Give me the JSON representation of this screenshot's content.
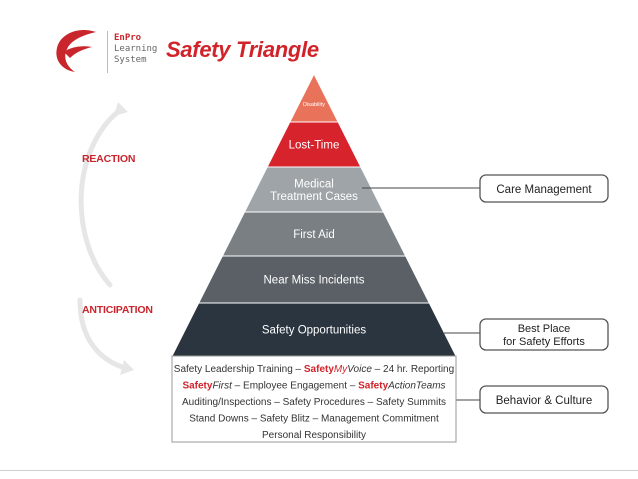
{
  "logo": {
    "line1": "EnPro",
    "line2": "Learning",
    "line3": "System"
  },
  "title": "Safety Triangle",
  "side_labels": {
    "reaction": "REACTION",
    "anticipation": "ANTICIPATION"
  },
  "tiers": [
    {
      "label": "Disability",
      "color": "#e8735a"
    },
    {
      "label": "Lost-Time",
      "color": "#d7232c"
    },
    {
      "label": [
        "Medical",
        "Treatment Cases"
      ],
      "color": "#9fa4a8"
    },
    {
      "label": "First Aid",
      "color": "#7a7f84"
    },
    {
      "label": "Near Miss Incidents",
      "color": "#5a6066"
    },
    {
      "label": "Safety Opportunities",
      "color": "#2b3540"
    }
  ],
  "base_box": {
    "lines": [
      [
        {
          "t": "Safety Leadership Training – "
        },
        {
          "t": "Safety",
          "red": true,
          "b": true
        },
        {
          "t": "My",
          "red": true,
          "i": true
        },
        {
          "t": "Voice",
          "i": true
        },
        {
          "t": " – 24 hr. Reporting"
        }
      ],
      [
        {
          "t": "Safety",
          "red": true,
          "b": true
        },
        {
          "t": "First",
          "i": true
        },
        {
          "t": " – Employee Engagement – "
        },
        {
          "t": "Safety",
          "red": true,
          "b": true
        },
        {
          "t": "ActionTeams",
          "i": true
        }
      ],
      [
        {
          "t": "Auditing/Inspections – Safety Procedures – Safety Summits"
        }
      ],
      [
        {
          "t": "Stand Downs – Safety Blitz – Management Commitment"
        }
      ],
      [
        {
          "t": "Personal Responsibility"
        }
      ]
    ]
  },
  "callouts": {
    "care": "Care Management",
    "best": [
      "Best Place",
      "for Safety Efforts"
    ],
    "behavior": "Behavior & Culture"
  },
  "colors": {
    "brand_red": "#d1232a",
    "callout_border": "#555555"
  }
}
